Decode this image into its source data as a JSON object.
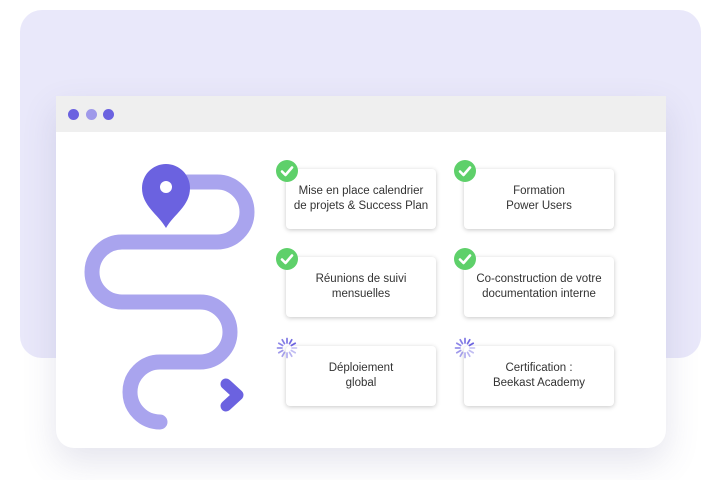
{
  "window": {
    "controls": [
      "window-dot",
      "window-dot",
      "window-dot"
    ]
  },
  "colors": {
    "accent": "#6b62e0",
    "accent_light": "#a9a4ee",
    "done": "#5ed06a",
    "backdrop": "#e9e8fa"
  },
  "roadmap": {
    "pin_icon": "location-pin-icon",
    "arrow_icon": "arrow-right-icon",
    "steps": [
      {
        "label": "Mise en place calendrier\nde projets & Success Plan",
        "status": "done",
        "icon": "check-circle-icon"
      },
      {
        "label": "Formation\nPower Users",
        "status": "done",
        "icon": "check-circle-icon"
      },
      {
        "label": "Réunions de suivi\nmensuelles",
        "status": "done",
        "icon": "check-circle-icon"
      },
      {
        "label": "Co-construction de votre\ndocumentation interne",
        "status": "done",
        "icon": "check-circle-icon"
      },
      {
        "label": "Déploiement\nglobal",
        "status": "in-progress",
        "icon": "loading-spinner-icon"
      },
      {
        "label": "Certification :\nBeekast Academy",
        "status": "in-progress",
        "icon": "loading-spinner-icon"
      }
    ]
  }
}
